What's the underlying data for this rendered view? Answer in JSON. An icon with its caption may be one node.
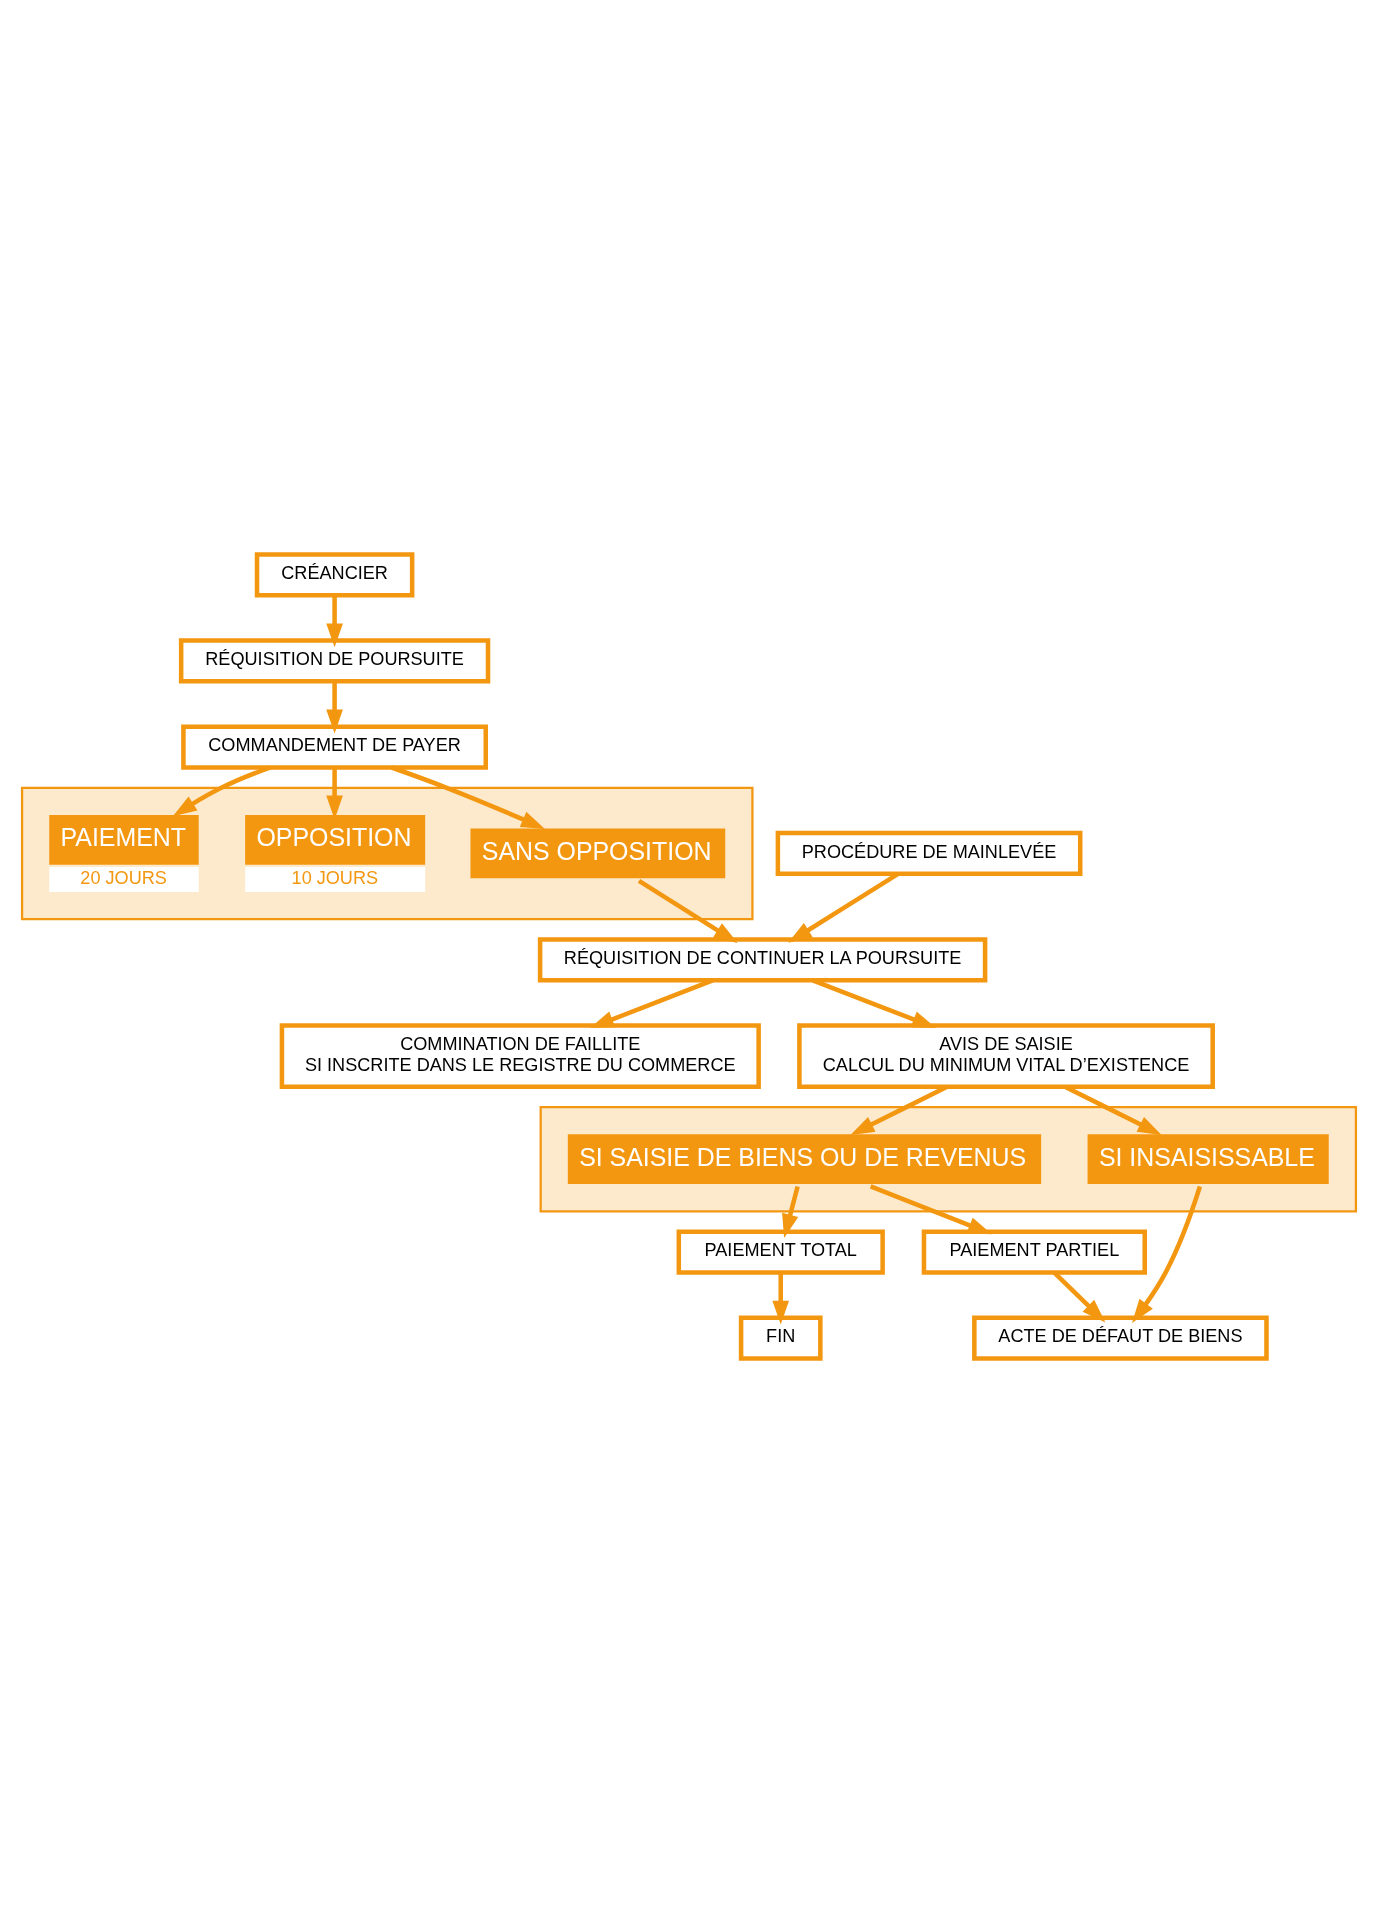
{
  "diagram": {
    "nodes": [
      {
        "text": [
          "CRÉANCIER"
        ]
      },
      {
        "text": [
          "RÉQUISITION DE POURSUITE"
        ]
      },
      {
        "text": [
          "COMMANDEMENT DE PAYER"
        ]
      },
      {
        "text": [],
        "shape": "bar"
      },
      {
        "text": [
          "PAIEMENT"
        ],
        "in": 3,
        "beside": [
          "20 JOURS"
        ]
      },
      {
        "text": [
          "OPPOSITION"
        ],
        "in": 3,
        "beside": [
          "10 JOURS"
        ]
      },
      {
        "text": [
          "SANS OPPOSITION"
        ],
        "in": 3
      },
      {
        "text": [
          "PROCÉDURE DE MAINLEVÉE"
        ]
      },
      {
        "text": [
          "RÉQUISITION DE CONTINUER LA POURSUITE"
        ]
      },
      {
        "text": [
          "COMMINATION DE FAILLITE",
          "SI INSCRITE DANS LE REGISTRE DU COMMERCE"
        ]
      },
      {
        "text": [
          "AVIS DE SAISIE",
          "CALCUL DU MINIMUM VITAL D’EXISTENCE"
        ]
      },
      {
        "text": [],
        "shape": "bar"
      },
      {
        "text": [
          "SI SAISIE DE BIENS OU DE REVENUS"
        ],
        "in": 11
      },
      {
        "text": [
          "SI INSAISISSABLE"
        ],
        "in": 11
      },
      {
        "text": [
          "PAIEMENT TOTAL"
        ]
      },
      {
        "text": [
          "FIN"
        ]
      },
      {
        "text": [
          "PAIEMENT PARTIEL"
        ]
      },
      {
        "text": [
          "ACTE DE DÉFAUT DE BIENS"
        ]
      }
    ],
    "edges": [
      {
        "from": 0,
        "to": 1,
        "arrow": "to"
      },
      {
        "from": 1,
        "to": 2,
        "arrow": "to"
      },
      {
        "from": 2,
        "to": 4,
        "arrow": "to"
      },
      {
        "from": 2,
        "to": 5,
        "arrow": "to"
      },
      {
        "from": 2,
        "to": 6,
        "arrow": "to"
      },
      {
        "from": 7,
        "to": 8,
        "arrow": "to"
      },
      {
        "from": 6,
        "to": 8,
        "arrow": "to"
      },
      {
        "from": 8,
        "to": 9,
        "arrow": "to"
      },
      {
        "from": 8,
        "to": 10,
        "arrow": "to"
      },
      {
        "from": 10,
        "to": 12,
        "arrow": "to"
      },
      {
        "from": 10,
        "to": 13,
        "arrow": "to"
      },
      {
        "from": 12,
        "to": 14,
        "arrow": "to"
      },
      {
        "from": 14,
        "to": 15,
        "arrow": "to"
      },
      {
        "from": 12,
        "to": 16,
        "arrow": "to"
      },
      {
        "from": 13,
        "to": 17,
        "arrow": "to"
      },
      {
        "from": 16,
        "to": 17,
        "arrow": "to"
      }
    ]
  }
}
